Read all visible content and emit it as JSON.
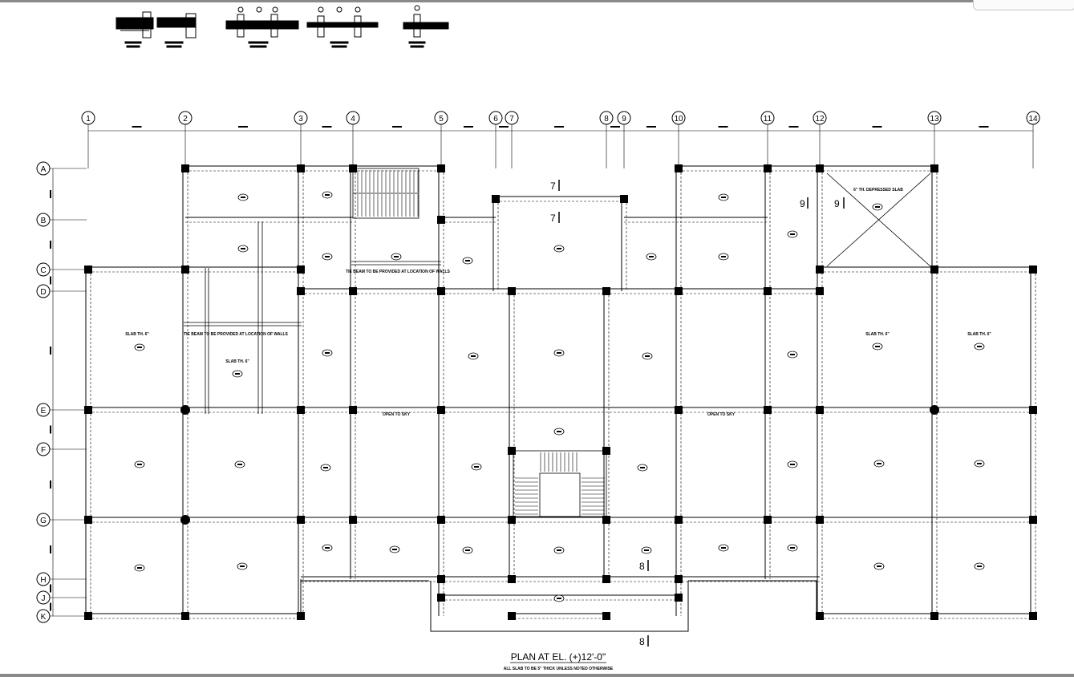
{
  "drawing": {
    "title": "PLAN AT EL. (+)12'-0\"",
    "note": "ALL SLAB TO BE 5\" THICK UNLESS NOTED OTHERWISE"
  },
  "grid_columns": [
    "1",
    "2",
    "3",
    "4",
    "5",
    "6",
    "7",
    "8",
    "9",
    "10",
    "11",
    "12",
    "13",
    "14"
  ],
  "grid_rows": [
    "A",
    "B",
    "C",
    "D",
    "E",
    "F",
    "G",
    "H",
    "J",
    "K"
  ],
  "annotations": {
    "open_sky": "OPEN TO SKY",
    "slab_thk": "SLAB TH. 6\"",
    "depressed_slab": "6\" TH. DEPRESSED SLAB",
    "tie_beam_note_left": "TIE BEAM TO BE PROVIDED AT LOCATION OF WALLS",
    "tie_beam_note_mid": "TIE BEAM TO BE PROVIDED AT LOCATION OF WALLS"
  },
  "section_marks": [
    "7",
    "7",
    "9",
    "9",
    "8",
    "8"
  ]
}
